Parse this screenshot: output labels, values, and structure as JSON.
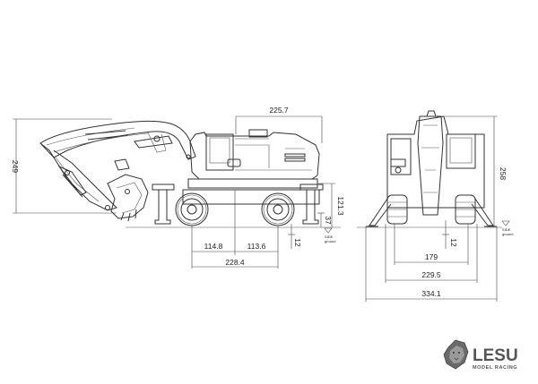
{
  "dimensions": {
    "top_width": "225.7",
    "height_left": "249",
    "front_wheel_offset": "114.8",
    "rear_wheel_offset": "113.6",
    "wheelbase": "228.4",
    "height_chassis": "121.3",
    "clearance_37": "37",
    "clearance_12_side": "12",
    "front_height": "258",
    "front_12": "12",
    "track_179": "179",
    "track_229": "229.5",
    "total_width": "334.1"
  },
  "labels": {
    "ground_side_top": "SIDE",
    "ground_side_bottom": "ground",
    "ground_front_top": "SIDE",
    "ground_front_bottom": "ground"
  },
  "brand": {
    "name": "LESU",
    "tagline": "MODEL RACING"
  }
}
